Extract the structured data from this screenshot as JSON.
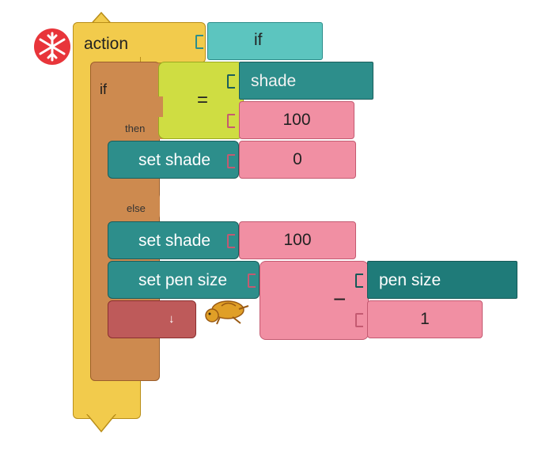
{
  "action_block": {
    "label": "action"
  },
  "if_slot": {
    "label": "if"
  },
  "if_block": {
    "if_label": "if",
    "then_label": "then",
    "else_label": "else"
  },
  "condition": {
    "operator": "=",
    "left": "shade",
    "right": "100"
  },
  "then_branch": {
    "label": "set shade",
    "value": "0"
  },
  "else_branch": [
    {
      "label": "set shade",
      "value": "100"
    },
    {
      "label": "set pen size"
    }
  ],
  "minus_block": {
    "operator": "−",
    "left": "pen size",
    "right": "1"
  },
  "placeholder_block": {
    "symbol": "↓"
  },
  "colors": {
    "action": "#f2cb4c",
    "if": "#cd8a4f",
    "teal": "#2d8e8b",
    "teal_light": "#5cc5bf",
    "pink": "#f18fa3",
    "lime": "#cfdd42",
    "red_placeholder": "#be5a5a",
    "close_button": "#e8353a"
  },
  "icons": [
    "close-icon",
    "turtle-icon"
  ]
}
